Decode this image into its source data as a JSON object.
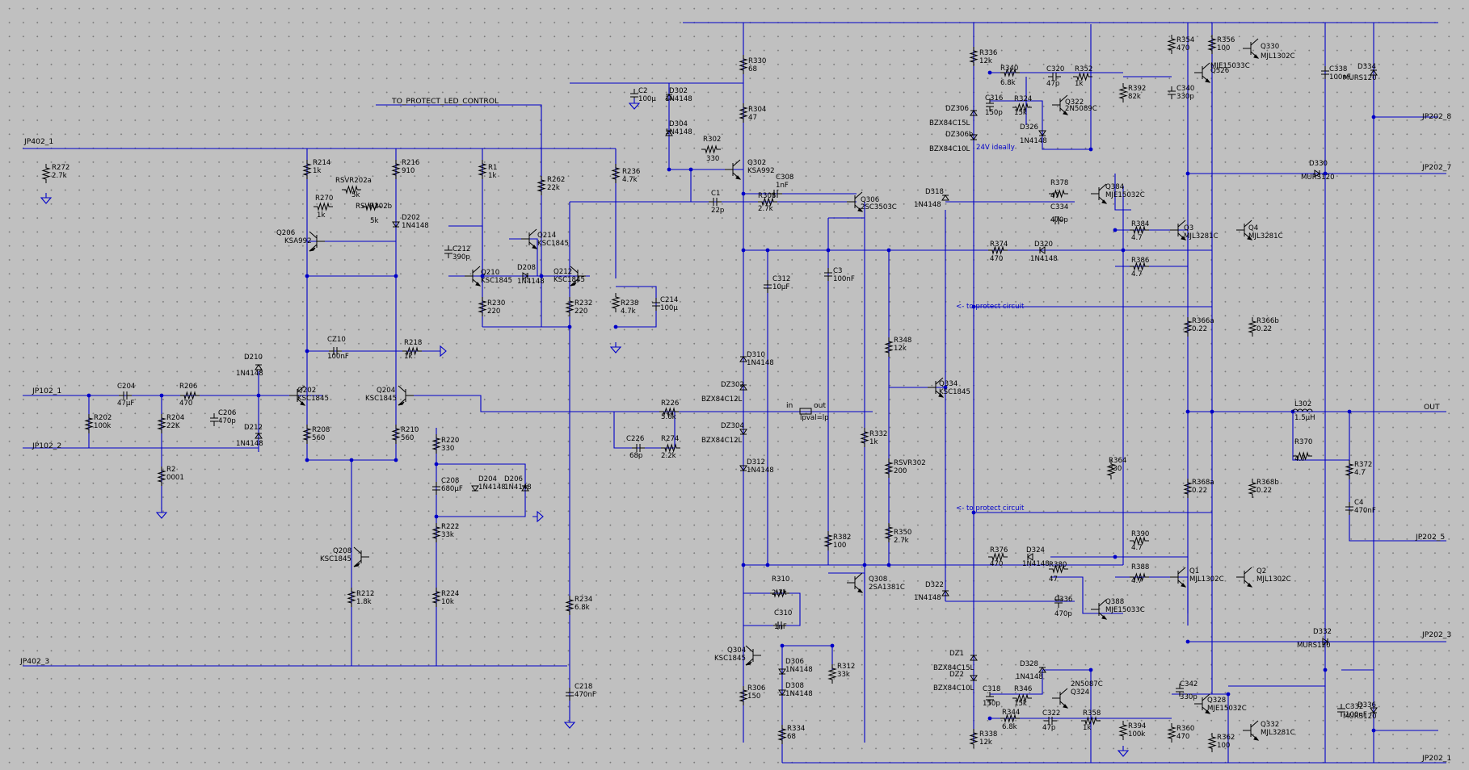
{
  "colors": {
    "background": "#c0c0c0",
    "wire": "#0000c8",
    "component": "#000000",
    "note": "#0000c8"
  },
  "net_labels": [
    "JP402_1",
    "JP102_1",
    "JP102_2",
    "JP402_3",
    "TO_PROTECT_LED_CONTROL",
    "OUT",
    "JP202_8",
    "JP202_7",
    "JP202_5",
    "JP202_3",
    "JP202_1",
    "in",
    "out"
  ],
  "notes": [
    "24V ideally",
    "<- to protect circuit",
    "<- to protect circuit",
    "lpval=lp"
  ],
  "components": [
    {
      "ref": "R272",
      "value": "2.7k"
    },
    {
      "ref": "R214",
      "value": "1k"
    },
    {
      "ref": "R216",
      "value": "910"
    },
    {
      "ref": "R270",
      "value": "1k"
    },
    {
      "ref": "RSVR202a",
      "value": "5k"
    },
    {
      "ref": "RSVR202b",
      "value": "5k"
    },
    {
      "ref": "D202",
      "value": "1N4148"
    },
    {
      "ref": "Q206",
      "value": "KSA992"
    },
    {
      "ref": "R1",
      "value": "1k"
    },
    {
      "ref": "R262",
      "value": "22k"
    },
    {
      "ref": "R236",
      "value": "4.7k"
    },
    {
      "ref": "C212",
      "value": "390p"
    },
    {
      "ref": "Q214",
      "value": "KSC1845"
    },
    {
      "ref": "Q210",
      "value": "KSC1845"
    },
    {
      "ref": "D208",
      "value": "1N4148"
    },
    {
      "ref": "Q212",
      "value": "KSC1845"
    },
    {
      "ref": "R230",
      "value": "220"
    },
    {
      "ref": "R232",
      "value": "220"
    },
    {
      "ref": "R238",
      "value": "4.7k"
    },
    {
      "ref": "C214",
      "value": "100µ"
    },
    {
      "ref": "CZ10",
      "value": "100nF"
    },
    {
      "ref": "R218",
      "value": "1k"
    },
    {
      "ref": "D210",
      "value": "1N4148"
    },
    {
      "ref": "D212",
      "value": "1N4148"
    },
    {
      "ref": "C204",
      "value": "47µF"
    },
    {
      "ref": "R206",
      "value": "470"
    },
    {
      "ref": "R202",
      "value": "100k"
    },
    {
      "ref": "R204",
      "value": "22K"
    },
    {
      "ref": "C206",
      "value": "470p"
    },
    {
      "ref": "R2",
      "value": "0001"
    },
    {
      "ref": "Q202",
      "value": "KSC1845"
    },
    {
      "ref": "Q204",
      "value": "KSC1845"
    },
    {
      "ref": "R208",
      "value": "560"
    },
    {
      "ref": "R210",
      "value": "560"
    },
    {
      "ref": "R220",
      "value": "330"
    },
    {
      "ref": "C208",
      "value": "680µF"
    },
    {
      "ref": "D204",
      "value": "1N4148"
    },
    {
      "ref": "D206",
      "value": "1N4148"
    },
    {
      "ref": "R222",
      "value": "33k"
    },
    {
      "ref": "Q208",
      "value": "KSC1845"
    },
    {
      "ref": "R212",
      "value": "1.8k"
    },
    {
      "ref": "R224",
      "value": "10k"
    },
    {
      "ref": "R234",
      "value": "6.8k"
    },
    {
      "ref": "C218",
      "value": "470nF"
    },
    {
      "ref": "C2",
      "value": "100µ"
    },
    {
      "ref": "D302",
      "value": "1N4148"
    },
    {
      "ref": "D304",
      "value": "1N4148"
    },
    {
      "ref": "R330",
      "value": "68"
    },
    {
      "ref": "R304",
      "value": "47"
    },
    {
      "ref": "R302",
      "value": "330"
    },
    {
      "ref": "Q302",
      "value": "KSA992"
    },
    {
      "ref": "C1",
      "value": "22p"
    },
    {
      "ref": "C308",
      "value": "1nF"
    },
    {
      "ref": "R308",
      "value": "2.7k"
    },
    {
      "ref": "C312",
      "value": "10µF"
    },
    {
      "ref": "C3",
      "value": "100nF"
    },
    {
      "ref": "D310",
      "value": "1N4148"
    },
    {
      "ref": "DZ302",
      "value": "BZX84C12L"
    },
    {
      "ref": "DZ304",
      "value": "BZX84C12L"
    },
    {
      "ref": "D312",
      "value": "1N4148"
    },
    {
      "ref": "R226",
      "value": "5.6k"
    },
    {
      "ref": "C226",
      "value": "68p"
    },
    {
      "ref": "R274",
      "value": "2.2k"
    },
    {
      "ref": "R310",
      "value": "2.7k"
    },
    {
      "ref": "C310",
      "value": "1nF"
    },
    {
      "ref": "Q304",
      "value": "KSC1845"
    },
    {
      "ref": "D306",
      "value": "1N4148"
    },
    {
      "ref": "D308",
      "value": "1N4148"
    },
    {
      "ref": "R312",
      "value": "33k"
    },
    {
      "ref": "R306",
      "value": "150"
    },
    {
      "ref": "R334",
      "value": "68"
    },
    {
      "ref": "Q306",
      "value": "2SC3503C"
    },
    {
      "ref": "R382",
      "value": "100"
    },
    {
      "ref": "Q308",
      "value": "2SA1381C"
    },
    {
      "ref": "R348",
      "value": "12k"
    },
    {
      "ref": "Q334",
      "value": "KSC1845"
    },
    {
      "ref": "R332",
      "value": "1k"
    },
    {
      "ref": "RSVR302",
      "value": "200"
    },
    {
      "ref": "R350",
      "value": "2.7k"
    },
    {
      "ref": "D318",
      "value": "1N4148"
    },
    {
      "ref": "D322",
      "value": "1N4148"
    },
    {
      "ref": "R336",
      "value": "12k"
    },
    {
      "ref": "R340",
      "value": "6.8k"
    },
    {
      "ref": "C320",
      "value": "47p"
    },
    {
      "ref": "R352",
      "value": "1k"
    },
    {
      "ref": "C316",
      "value": "150p"
    },
    {
      "ref": "R324",
      "value": "15k"
    },
    {
      "ref": "Q322",
      "value": "2N5089C"
    },
    {
      "ref": "DZ306",
      "value": "BZX84C15L"
    },
    {
      "ref": "DZ306b",
      "value": "BZX84C10L"
    },
    {
      "ref": "D326",
      "value": "1N4148"
    },
    {
      "ref": "R392",
      "value": "82k"
    },
    {
      "ref": "R354",
      "value": "470"
    },
    {
      "ref": "R356",
      "value": "100"
    },
    {
      "ref": "C340",
      "value": "330p"
    },
    {
      "ref": "Q326",
      "value": "MJE15033C"
    },
    {
      "ref": "Q330",
      "value": "MJL1302C"
    },
    {
      "ref": "C338",
      "value": "100nF"
    },
    {
      "ref": "D334",
      "value": "MURS120"
    },
    {
      "ref": "D330",
      "value": "MURS120"
    },
    {
      "ref": "R378",
      "value": "47"
    },
    {
      "ref": "C334",
      "value": "470p"
    },
    {
      "ref": "Q384",
      "value": "MJE15032C"
    },
    {
      "ref": "R374",
      "value": "470"
    },
    {
      "ref": "D320",
      "value": "1N4148"
    },
    {
      "ref": "R384",
      "value": "4.7"
    },
    {
      "ref": "R386",
      "value": "4.7"
    },
    {
      "ref": "Q3",
      "value": "MJL3281C"
    },
    {
      "ref": "Q4",
      "value": "MJL3281C"
    },
    {
      "ref": "R366a",
      "value": "0.22"
    },
    {
      "ref": "R366b",
      "value": "0.22"
    },
    {
      "ref": "R364",
      "value": "330"
    },
    {
      "ref": "R368a",
      "value": "0.22"
    },
    {
      "ref": "R368b",
      "value": "0.22"
    },
    {
      "ref": "L302",
      "value": "1.5µH"
    },
    {
      "ref": "R370",
      "value": "4.7"
    },
    {
      "ref": "R372",
      "value": "4.7"
    },
    {
      "ref": "C4",
      "value": "470nF"
    },
    {
      "ref": "R376",
      "value": "470"
    },
    {
      "ref": "D324",
      "value": "1N4148"
    },
    {
      "ref": "R380",
      "value": "47"
    },
    {
      "ref": "C336",
      "value": "470p"
    },
    {
      "ref": "Q388",
      "value": "MJE15033C"
    },
    {
      "ref": "R390",
      "value": "4.7"
    },
    {
      "ref": "R388",
      "value": "4.7"
    },
    {
      "ref": "Q1",
      "value": "MJL1302C"
    },
    {
      "ref": "Q2",
      "value": "MJL1302C"
    },
    {
      "ref": "D332",
      "value": "MURS120"
    },
    {
      "ref": "DZ1",
      "value": "BZX84C15L"
    },
    {
      "ref": "DZ2",
      "value": "BZX84C10L"
    },
    {
      "ref": "D328",
      "value": "1N4148"
    },
    {
      "ref": "C318",
      "value": "150p"
    },
    {
      "ref": "R346",
      "value": "15k"
    },
    {
      "ref": "Q324",
      "value": "2N5087C"
    },
    {
      "ref": "R344",
      "value": "6.8k"
    },
    {
      "ref": "C322",
      "value": "47p"
    },
    {
      "ref": "R358",
      "value": "1k"
    },
    {
      "ref": "R338",
      "value": "12k"
    },
    {
      "ref": "R394",
      "value": "100k"
    },
    {
      "ref": "C342",
      "value": "330p"
    },
    {
      "ref": "Q328",
      "value": "MJE15032C"
    },
    {
      "ref": "R360",
      "value": "470"
    },
    {
      "ref": "R362",
      "value": "100"
    },
    {
      "ref": "Q332",
      "value": "MJL3281C"
    },
    {
      "ref": "C332",
      "value": "100nF"
    },
    {
      "ref": "D336",
      "value": "MURS120"
    }
  ]
}
